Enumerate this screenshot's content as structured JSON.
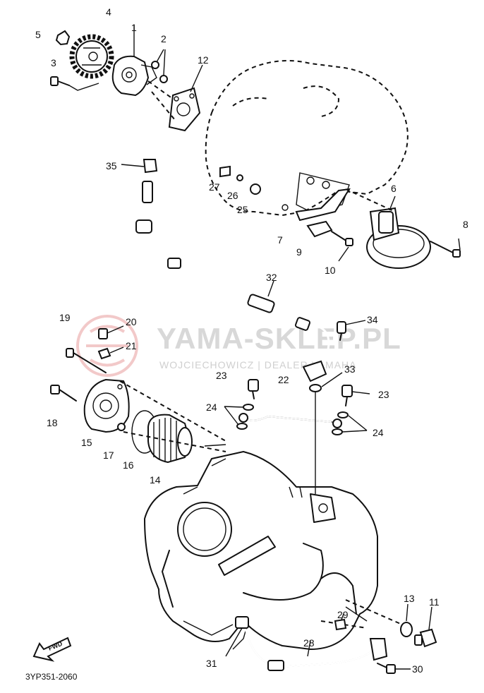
{
  "watermark": {
    "brand": "YAMA-SKLEP.PL",
    "tagline": "WOJCIECHOWICZ | DEALER YAMAHA"
  },
  "diagram_code": "3YP351-2060",
  "front_marker": "FWD",
  "callouts": {
    "c1": "1",
    "c2": "2",
    "c3": "3",
    "c4": "4",
    "c5": "5",
    "c6": "6",
    "c7": "7",
    "c8": "8",
    "c9": "9",
    "c10": "10",
    "c11": "11",
    "c12": "12",
    "c13": "13",
    "c14": "14",
    "c15": "15",
    "c16": "16",
    "c17": "17",
    "c18": "18",
    "c19": "19",
    "c20": "20",
    "c21": "21",
    "c22": "22",
    "c23a": "23",
    "c23b": "23",
    "c24a": "24",
    "c24b": "24",
    "c25": "25",
    "c26": "26",
    "c27": "27",
    "c28": "28",
    "c29": "29",
    "c30": "30",
    "c31": "31",
    "c32": "32",
    "c33": "33",
    "c34": "34",
    "c35": "35"
  }
}
